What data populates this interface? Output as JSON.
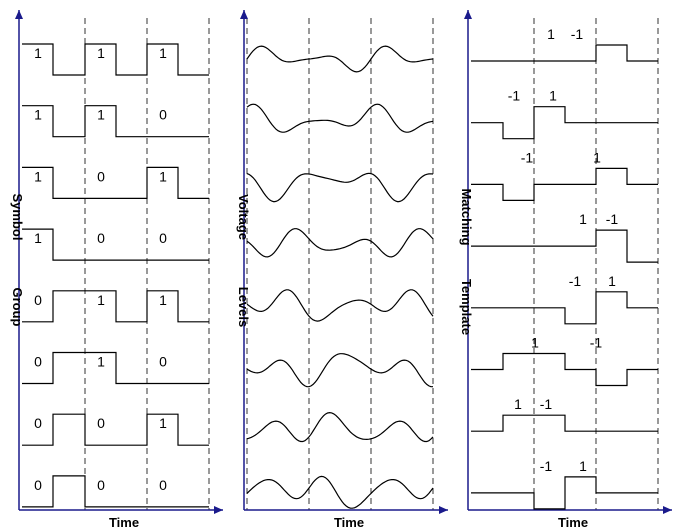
{
  "panels": [
    {
      "id": "symbol-group",
      "x_label": "Time",
      "y_label_words": [
        "Symbol",
        "Group"
      ],
      "rows": [
        {
          "levels": [
            1,
            0,
            1,
            0,
            1,
            0
          ],
          "labels": [
            "1",
            "1",
            "1"
          ]
        },
        {
          "levels": [
            1,
            0,
            1,
            0,
            0,
            0
          ],
          "labels": [
            "1",
            "1",
            "0"
          ]
        },
        {
          "levels": [
            1,
            0,
            0,
            0,
            1,
            0
          ],
          "labels": [
            "1",
            "0",
            "1"
          ]
        },
        {
          "levels": [
            1,
            0,
            0,
            0,
            0,
            0
          ],
          "labels": [
            "1",
            "0",
            "0"
          ]
        },
        {
          "levels": [
            0,
            1,
            1,
            0,
            1,
            0
          ],
          "labels": [
            "0",
            "1",
            "1"
          ]
        },
        {
          "levels": [
            0,
            1,
            1,
            0,
            0,
            0
          ],
          "labels": [
            "0",
            "1",
            "0"
          ]
        },
        {
          "levels": [
            0,
            1,
            0,
            0,
            1,
            0
          ],
          "labels": [
            "0",
            "0",
            "1"
          ]
        },
        {
          "levels": [
            0,
            1,
            0,
            0,
            0,
            0
          ],
          "labels": [
            "0",
            "0",
            "0"
          ]
        }
      ]
    },
    {
      "id": "voltage-levels",
      "x_label": "Time",
      "y_label_words": [
        "Voltage",
        "Levels"
      ],
      "rows": 8
    },
    {
      "id": "matching-template",
      "x_label": "Time",
      "y_label_words": [
        "Matching",
        "Template"
      ],
      "rows": [
        {
          "levels": [
            0,
            0,
            0,
            0,
            1,
            0
          ],
          "labels": [
            "",
            "1",
            "-1"
          ]
        },
        {
          "levels": [
            0,
            -1,
            1,
            0,
            0,
            0
          ],
          "labels": [
            "-1",
            "1",
            ""
          ]
        },
        {
          "levels": [
            0,
            -1,
            0,
            0,
            1,
            0
          ],
          "labels": [
            "-1",
            "",
            "1"
          ]
        },
        {
          "levels": [
            0,
            0,
            0,
            0,
            1,
            -1
          ],
          "labels": [
            "",
            "1",
            "-1"
          ]
        },
        {
          "levels": [
            0,
            0,
            0,
            -1,
            1,
            0
          ],
          "labels": [
            "",
            "-1",
            "1"
          ]
        },
        {
          "levels": [
            0,
            1,
            1,
            0,
            -1,
            0
          ],
          "labels": [
            "1",
            "",
            "-1"
          ]
        },
        {
          "levels": [
            0,
            1,
            1,
            0,
            0,
            0
          ],
          "labels": [
            "1",
            "-1",
            ""
          ]
        },
        {
          "levels": [
            0,
            0,
            -1,
            1,
            0,
            0
          ],
          "labels": [
            "",
            "-1",
            "1"
          ]
        }
      ]
    }
  ]
}
